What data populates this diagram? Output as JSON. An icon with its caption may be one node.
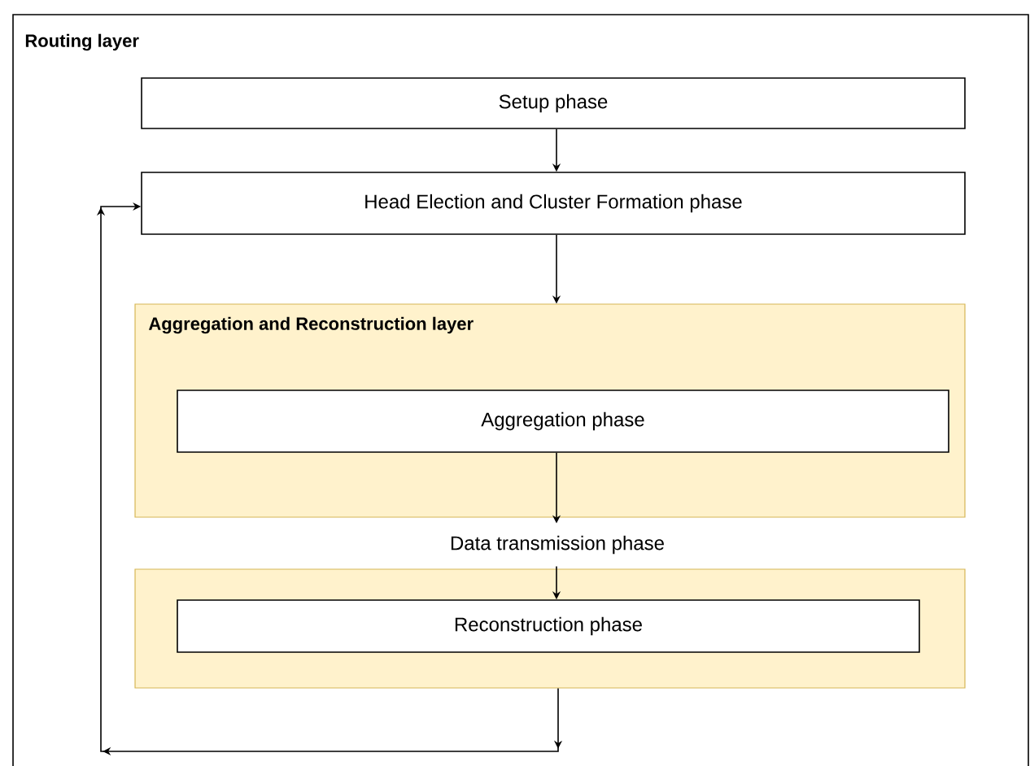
{
  "diagram": {
    "nodes": [
      {
        "text": [
          "Routing layer"
        ]
      },
      {
        "text": [
          "Setup phase"
        ],
        "in": 0
      },
      {
        "text": [
          "Head Election and Cluster Formation phase"
        ],
        "in": 0
      },
      {
        "text": [
          "Aggregation and Reconstruction layer"
        ],
        "in": 0
      },
      {
        "text": [
          "Aggregation phase"
        ],
        "in": 3
      },
      {
        "text": [
          "Data transmission phase"
        ],
        "in": 0
      },
      {
        "text": [],
        "shape": "box",
        "in": 0
      },
      {
        "text": [
          "Reconstruction phase"
        ],
        "in": 6
      }
    ],
    "edges": [
      {
        "from": 1,
        "to": 2,
        "arrow": "to"
      },
      {
        "from": 2,
        "to": 3,
        "arrow": "to"
      },
      {
        "from": 4,
        "to": 5,
        "arrow": "to"
      },
      {
        "from": 5,
        "to": 7,
        "arrow": "to"
      },
      {
        "from": 6,
        "to": 2,
        "arrow": "to"
      }
    ]
  }
}
